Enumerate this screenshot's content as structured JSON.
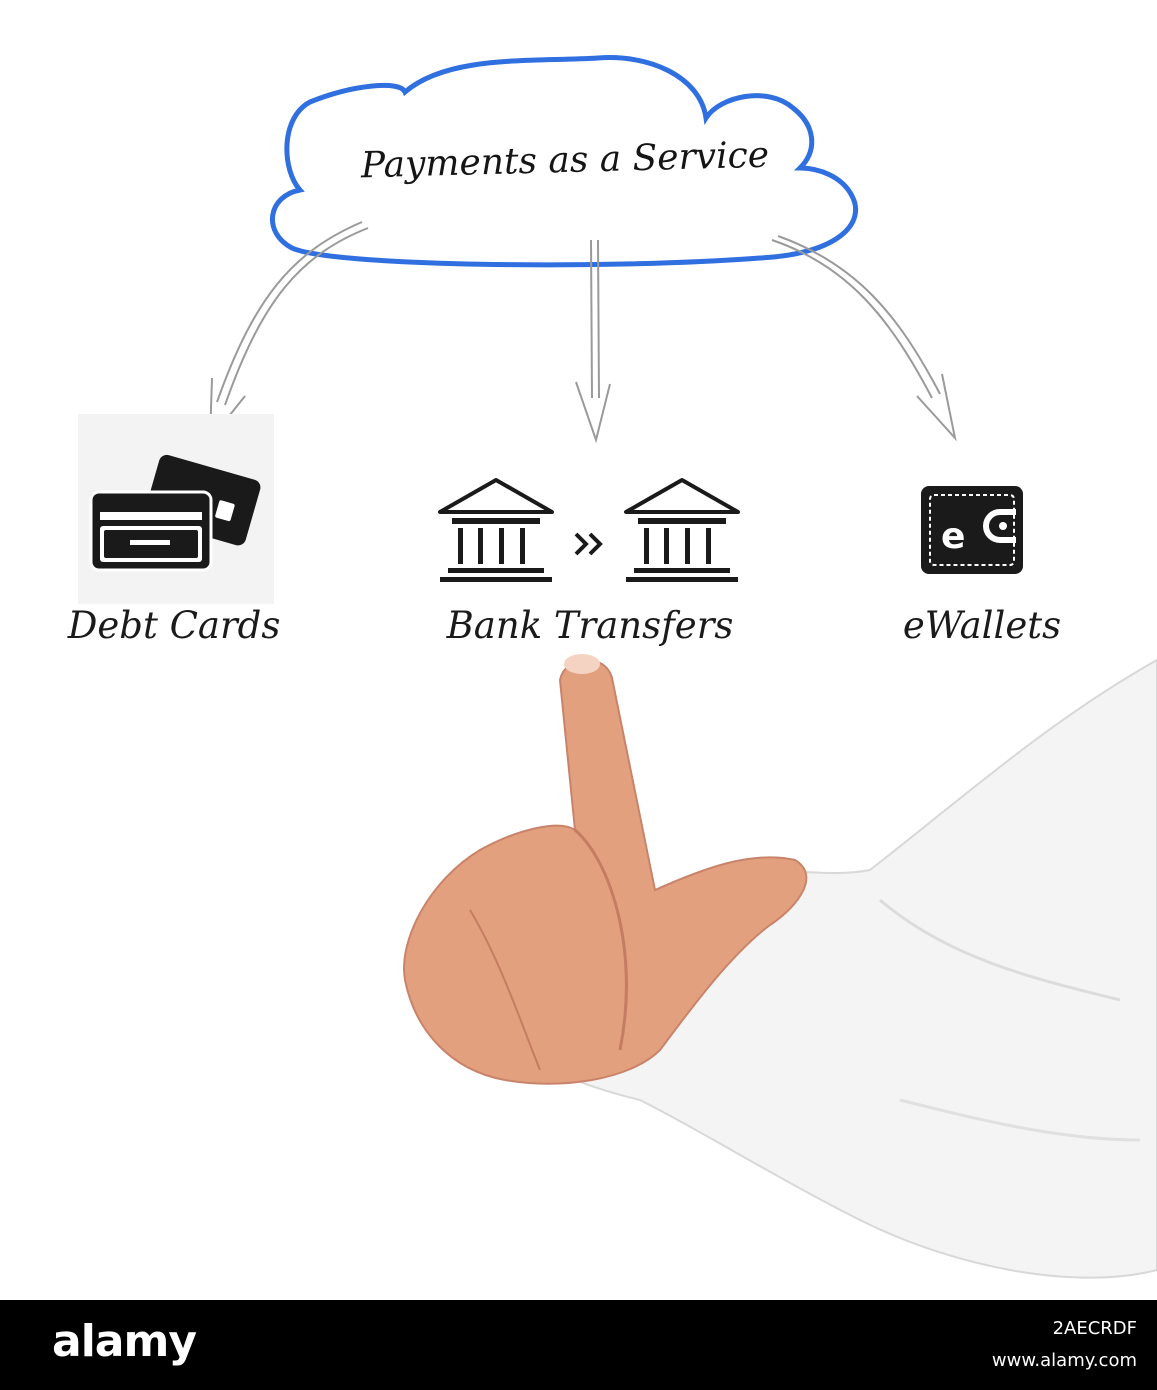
{
  "diagram": {
    "title": "Payments as a Service",
    "items": [
      {
        "label": "Debt Cards",
        "icon": "credit-cards-icon"
      },
      {
        "label": "Bank Transfers",
        "icon": "bank-transfer-icon"
      },
      {
        "label": "eWallets",
        "icon": "ewallet-icon"
      }
    ],
    "wallet_glyph": "e",
    "colors": {
      "cloud_outline": "#2f6fe0",
      "arrow": "#9a9a9a",
      "icon": "#1a1a1a",
      "footer": "#000000"
    }
  },
  "watermark": {
    "brand": "alamy",
    "image_id": "2AECRDF",
    "url": "www.alamy.com"
  }
}
